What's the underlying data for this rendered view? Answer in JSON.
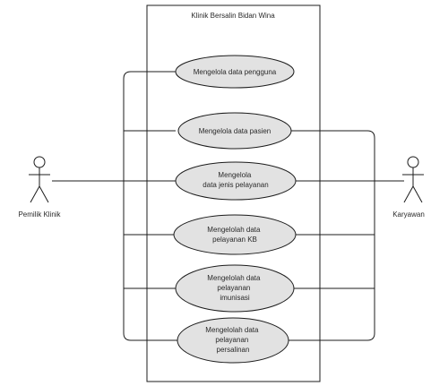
{
  "system": {
    "title": "Klinik Bersalin Bidan Wina"
  },
  "actors": {
    "left": {
      "name": "Pemilik Klinik"
    },
    "right": {
      "name": "Karyawan"
    }
  },
  "use_cases": [
    {
      "lines": [
        "Mengelola data pengguna"
      ]
    },
    {
      "lines": [
        "Mengelola data pasien"
      ]
    },
    {
      "lines": [
        "Mengelola",
        "data jenis pelayanan"
      ]
    },
    {
      "lines": [
        "Mengelolah data",
        "pelayanan KB"
      ]
    },
    {
      "lines": [
        "Mengelolah data",
        "pelayanan",
        "imunisasi"
      ]
    },
    {
      "lines": [
        "Mengelolah data",
        "pelayanan",
        "persalinan"
      ]
    }
  ],
  "colors": {
    "stroke": "#1c1c1c",
    "ellipse_fill": "#e2e2e2",
    "text": "#2a2a2a"
  }
}
